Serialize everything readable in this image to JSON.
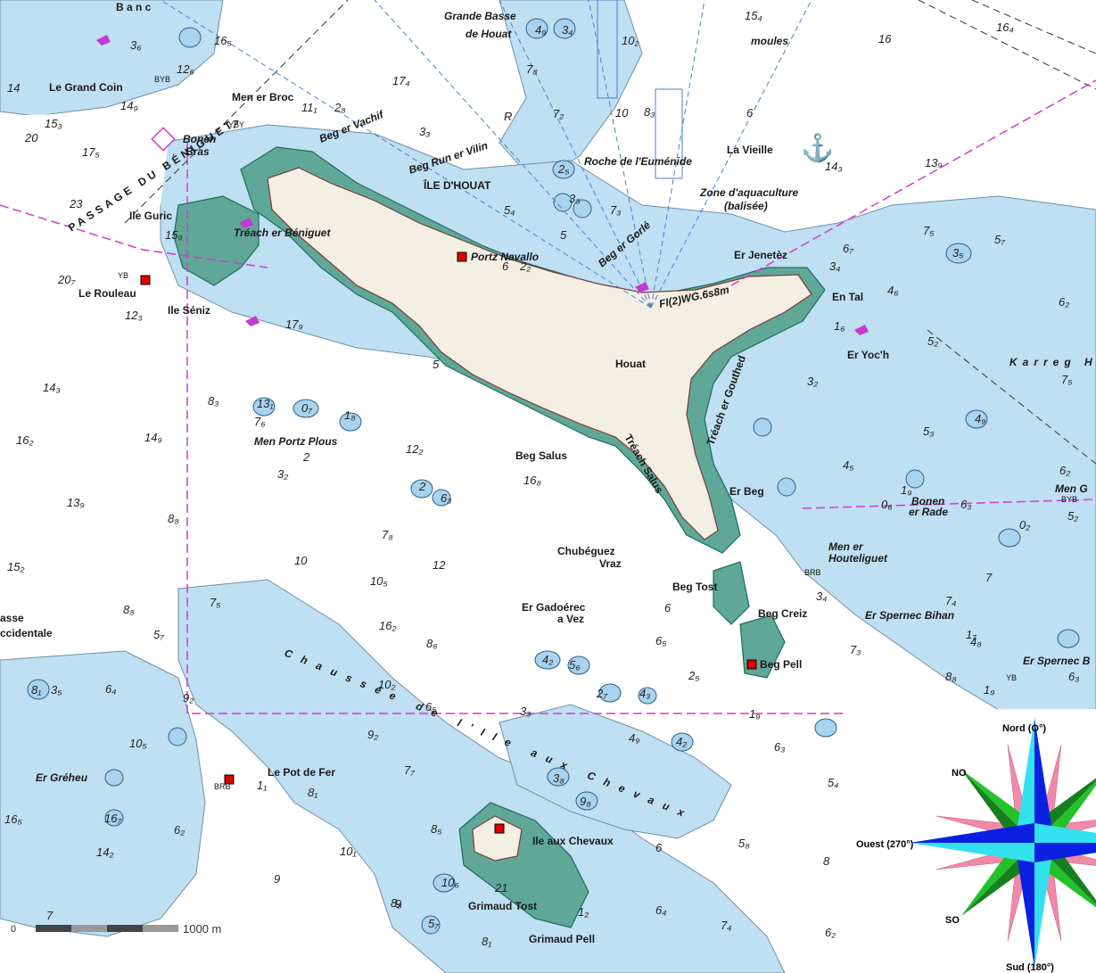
{
  "map": {
    "island_name": "ÎLE D'HOUAT",
    "passage": "PASSAGE DU BÉNIGUET",
    "channel": "Chaussée de l'Ile aux Chevaux",
    "light": "Fl(2)WG.6s8m",
    "zone": "Zone d'aquaculture",
    "zone_note": "(balisée)",
    "moules": "moules",
    "colors": {
      "sea_shallow": "#bfdff3",
      "sea_deep": "#ffffff",
      "land": "#f3efe2",
      "foreshore": "#5fa898",
      "coast": "#1d6b5e",
      "limit": "#d33ad0",
      "marker": "#e00000"
    }
  },
  "places": [
    {
      "id": "grande-basse",
      "text": "Grande Basse"
    },
    {
      "id": "de-houat",
      "text": "de Houat"
    },
    {
      "id": "grand-coin",
      "text": "Le Grand Coin"
    },
    {
      "id": "men-er-broc",
      "text": "Men er Broc"
    },
    {
      "id": "beg-er-vachif",
      "text": "Beg er Vachif"
    },
    {
      "id": "beg-run",
      "text": "Beg Run er Vilin"
    },
    {
      "id": "bonen-bras",
      "text": "Bonen"
    },
    {
      "id": "bras",
      "text": "Bras"
    },
    {
      "id": "ile-guric",
      "text": "Ile Guric"
    },
    {
      "id": "le-rouleau",
      "text": "Le Rouleau"
    },
    {
      "id": "ile-seniz",
      "text": "Ile Séniz"
    },
    {
      "id": "treach-beniguet",
      "text": "Tréach er Béniguet"
    },
    {
      "id": "portz-navallo",
      "text": "Portz Navallo"
    },
    {
      "id": "roche-eumenide",
      "text": "Roche de l'Euménide"
    },
    {
      "id": "beg-er-gorle",
      "text": "Beg er Gorlé"
    },
    {
      "id": "la-vieille",
      "text": "La Vieille"
    },
    {
      "id": "er-jenetez",
      "text": "Er Jenetèz"
    },
    {
      "id": "en-tal",
      "text": "En Tal"
    },
    {
      "id": "er-yoch",
      "text": "Er Yoc'h"
    },
    {
      "id": "houat",
      "text": "Houat"
    },
    {
      "id": "treach-gouthed",
      "text": "Tréach er Gouthed"
    },
    {
      "id": "treach-salus",
      "text": "Tréach Salus"
    },
    {
      "id": "beg-salus",
      "text": "Beg Salus"
    },
    {
      "id": "men-portz-plous",
      "text": "Men Portz Plous"
    },
    {
      "id": "er-beg",
      "text": "Er Beg"
    },
    {
      "id": "bonen-rade",
      "text": "Bonen"
    },
    {
      "id": "er-rade",
      "text": "er Rade"
    },
    {
      "id": "men-er-houteliguet",
      "text": "Men er"
    },
    {
      "id": "houteliguet",
      "text": "Houteliguet"
    },
    {
      "id": "chubeguez",
      "text": "Chubéguez"
    },
    {
      "id": "vraz",
      "text": "Vraz"
    },
    {
      "id": "beg-tost",
      "text": "Beg Tost"
    },
    {
      "id": "beg-creiz",
      "text": "Beg Creiz"
    },
    {
      "id": "er-gadoerec",
      "text": "Er Gadoérec"
    },
    {
      "id": "a-vez",
      "text": "a Vez"
    },
    {
      "id": "beg-pell",
      "text": "Beg Pell"
    },
    {
      "id": "er-spernec-bihan",
      "text": "Er Spernec Bihan"
    },
    {
      "id": "er-spernec-b",
      "text": "Er Spernec B"
    },
    {
      "id": "men-g",
      "text": "Men G"
    },
    {
      "id": "basse",
      "text": "asse"
    },
    {
      "id": "occidentale",
      "text": "ccidentale"
    },
    {
      "id": "le-pot-de-fer",
      "text": "Le Pot de Fer"
    },
    {
      "id": "er-greheu",
      "text": "Er Gréheu"
    },
    {
      "id": "ile-aux-chevaux",
      "text": "Ile aux Chevaux"
    },
    {
      "id": "grimaud-tost",
      "text": "Grimaud Tost"
    },
    {
      "id": "grimaud-pell",
      "text": "Grimaud Pell"
    },
    {
      "id": "banc",
      "text": "B a n c"
    },
    {
      "id": "karreg-houat",
      "text": "Karreg Houat"
    }
  ],
  "soundings": [
    "21",
    "16₅",
    "7₈",
    "3₄",
    "4₉",
    "10₂",
    "15₄",
    "16",
    "16₄",
    "14",
    "12₆",
    "15₃",
    "17₅",
    "14₉",
    "17₄",
    "11₁",
    "2₈",
    "7",
    "3₃",
    "R",
    "7₂",
    "10",
    "8₃",
    "6",
    "14₃",
    "13₉",
    "7₅",
    "5₇",
    "3₅",
    "6₇",
    "3₄",
    "4₆",
    "1₆",
    "5₂",
    "6₂",
    "7₅",
    "3₂",
    "5₃",
    "4₉",
    "6₂",
    "4₅",
    "6₃",
    "5₂",
    "7₄",
    "7",
    "3₄",
    "7₃",
    "8₈",
    "6₃",
    "5₄",
    "2₅",
    "3₈",
    "7₃",
    "5",
    "2₂",
    "17₉",
    "14₃",
    "8₃",
    "13₁",
    "7₆",
    "12₂",
    "3₂",
    "2",
    "6₃",
    "16₈",
    "16₂",
    "14₉",
    "8₈",
    "7₈",
    "12",
    "10",
    "10₅",
    "16₂",
    "13₉",
    "15₂",
    "8₈",
    "5₇",
    "9₂",
    "6₄",
    "7₅",
    "10₅",
    "3₅",
    "8₁",
    "8₆",
    "10₂",
    "6₅",
    "3₃",
    "2₇",
    "4₃",
    "4₂",
    "5₆",
    "6₅",
    "2₅",
    "6",
    "4₉",
    "4₂",
    "3₈",
    "9₈",
    "7₇",
    "8₁",
    "9₂",
    "8₅",
    "10₁",
    "6₂",
    "16₇",
    "16₅",
    "14₂",
    "7",
    "9",
    "8₈",
    "10₆",
    "8₁",
    "5₇",
    "6₄",
    "7₄",
    "6₂",
    "5₈",
    "8",
    "5₄",
    "6",
    "6₃",
    "1₉",
    "0₆",
    "1₉",
    "0₂",
    "1₇",
    "4₈",
    "1₉",
    "2",
    "1₁",
    "3₆",
    "1₂",
    "20₇",
    "12₃",
    "20",
    "23",
    "15₉",
    "5",
    "6",
    "9",
    "0₇",
    "1₈"
  ],
  "anchorage": "⚓",
  "buoys": [
    "BYB",
    "YBY",
    "YB",
    "BRB",
    "BRB",
    "BYB",
    "YB"
  ],
  "scale": {
    "zero": "0",
    "label": "1000 m"
  },
  "compass": {
    "north": "Nord (O°)",
    "west": "Ouest (270°)",
    "south": "Sud (180°)",
    "nw": "NO",
    "sw": "SO"
  }
}
